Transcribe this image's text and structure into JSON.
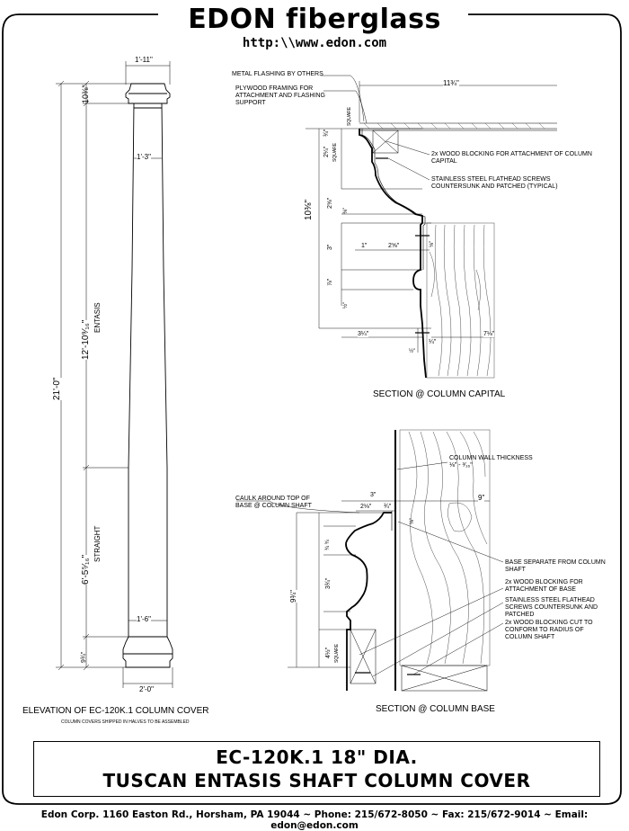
{
  "header": {
    "brand": "EDON fiberglass",
    "url": "http:\\\\www.edon.com"
  },
  "elevation": {
    "top_width": "1'-11\"",
    "capital_height": "10⅜\"",
    "upper_dia": "1'-3\"",
    "overall_height": "21'-0\"",
    "entasis_length": "12'-10⁹⁄₁₆\"",
    "entasis_label": "ENTASIS",
    "straight_length": "6'-5⁵⁄₁₆\"",
    "straight_label": "STRAIGHT",
    "lower_dia": "1'-6\"",
    "base_height": "9¾\"",
    "base_width": "2'-0\"",
    "caption": "ELEVATION OF EC-120K.1 COLUMN COVER",
    "subcaption": "COLUMN COVERS SHIPPED IN HALVES TO BE ASSEMBLED"
  },
  "capital_section": {
    "note_flashing": "METAL FLASHING BY OTHERS",
    "note_plywood": [
      "PLYWOOD FRAMING FOR",
      "ATTACHMENT AND FLASHING",
      "SUPPORT"
    ],
    "top_dim": "11¾\"",
    "square_label": "SQUARE",
    "dim_3_4": "¾\"",
    "dim_2_1_4": "2¼\"",
    "square_label2": "SQUARE",
    "note_blocking": [
      "2x WOOD BLOCKING FOR ATTACHMENT OF COLUMN",
      "CAPITAL"
    ],
    "note_screws": [
      "STAINLESS STEEL FLATHEAD SCREWS",
      "COUNTERSUNK AND PATCHED (TYPICAL)"
    ],
    "dim_total": "10⅜\"",
    "dim_2_5_8": "2⅝\"",
    "dim_3_8": "⅜\"",
    "dim_3": "3\"",
    "dim_1": "1\"",
    "dim_2_5_8b": "2⅝\"",
    "dim_1_8": "⅛\"",
    "dim_7_8": "⅞\"",
    "dim_1_2": "½\"",
    "dim_3_1_4": "3¼\"",
    "dim_1_4": "¼\"",
    "dim_7_1_8": "7⅛\"",
    "dim_1_2b": "½\"",
    "caption": "SECTION @ COLUMN CAPITAL"
  },
  "base_section": {
    "note_wall": "COLUMN WALL THICKNESS",
    "wall_value": "⅛\" - ³⁄₁₆\"",
    "note_caulk": [
      "CAULK AROUND TOP OF",
      "BASE @ COLUMN SHAFT"
    ],
    "dim_3": "3\"",
    "dim_2_1_8": "2⅛\"",
    "dim_3_4": "¾\"",
    "dim_9": "9\"",
    "dim_1_8": "⅛\"",
    "dim_3_4_3_4": "¾ ¾",
    "dim_3_3_4": "3¾\"",
    "dim_9_3_4": "9¾\"",
    "dim_4_1_2": "4½\"",
    "square_label": "SQUARE",
    "note_separate": [
      "BASE SEPARATE FROM COLUMN",
      "SHAFT"
    ],
    "note_blocking": [
      "2x WOOD BLOCKING FOR",
      "ATTACHMENT OF BASE"
    ],
    "note_screws": [
      "STAINLESS STEEL FLATHEAD",
      "SCREWS COUNTERSUNK AND",
      "PATCHED"
    ],
    "note_blocking2": [
      "2x WOOD BLOCKING CUT TO",
      "CONFORM TO RADIUS OF",
      "COLUMN SHAFT"
    ],
    "caption": "SECTION @ COLUMN BASE"
  },
  "title": {
    "line1": "EC-120K.1  18\" DIA.",
    "line2": "TUSCAN ENTASIS SHAFT COLUMN COVER"
  },
  "footer": "Edon Corp. 1160 Easton Rd.,  Horsham, PA 19044 ~ Phone: 215/672-8050 ~ Fax:  215/672-9014 ~ Email: edon@edon.com"
}
